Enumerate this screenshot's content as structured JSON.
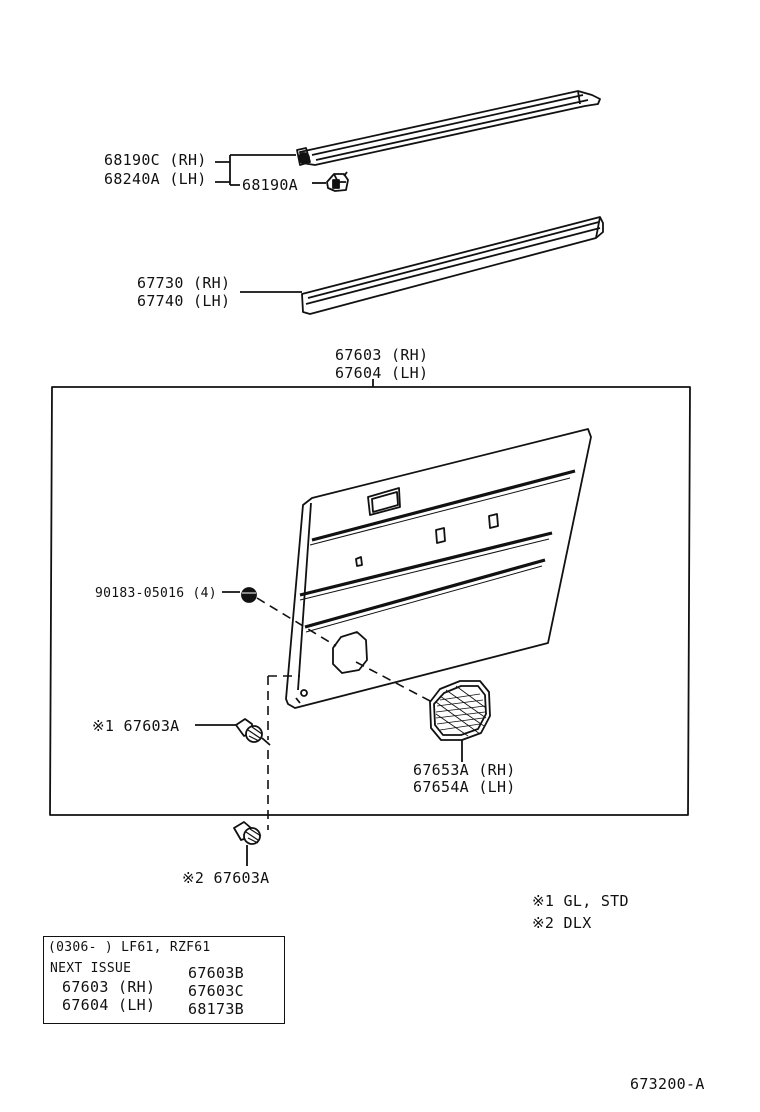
{
  "labels": {
    "molding_rh": "68190C (RH)",
    "molding_lh": "68240A (LH)",
    "clip_68190a": "68190A",
    "weatherstrip_rh": "67730 (RH)",
    "weatherstrip_lh": "67740 (LH)",
    "board_rh": "67603 (RH)",
    "board_lh": "67604 (LH)",
    "screw": "90183-05016 (4)",
    "clip_note1": "※1 67603A",
    "clip_note2": "※2 67603A",
    "cover_rh": "67653A (RH)",
    "cover_lh": "67654A (LH)"
  },
  "legend": {
    "note1": "※1 GL, STD",
    "note2": "※2 DLX"
  },
  "info_box": {
    "header": "(0306-    ) LF61, RZF61",
    "next_issue": "NEXT ISSUE",
    "rows": [
      {
        "left": "67603 (RH)",
        "right": "67603B"
      },
      {
        "left": "67604 (LH)",
        "right": "67603C"
      },
      {
        "left": "",
        "right": "68173B"
      }
    ]
  },
  "figure_id": "673200-A"
}
